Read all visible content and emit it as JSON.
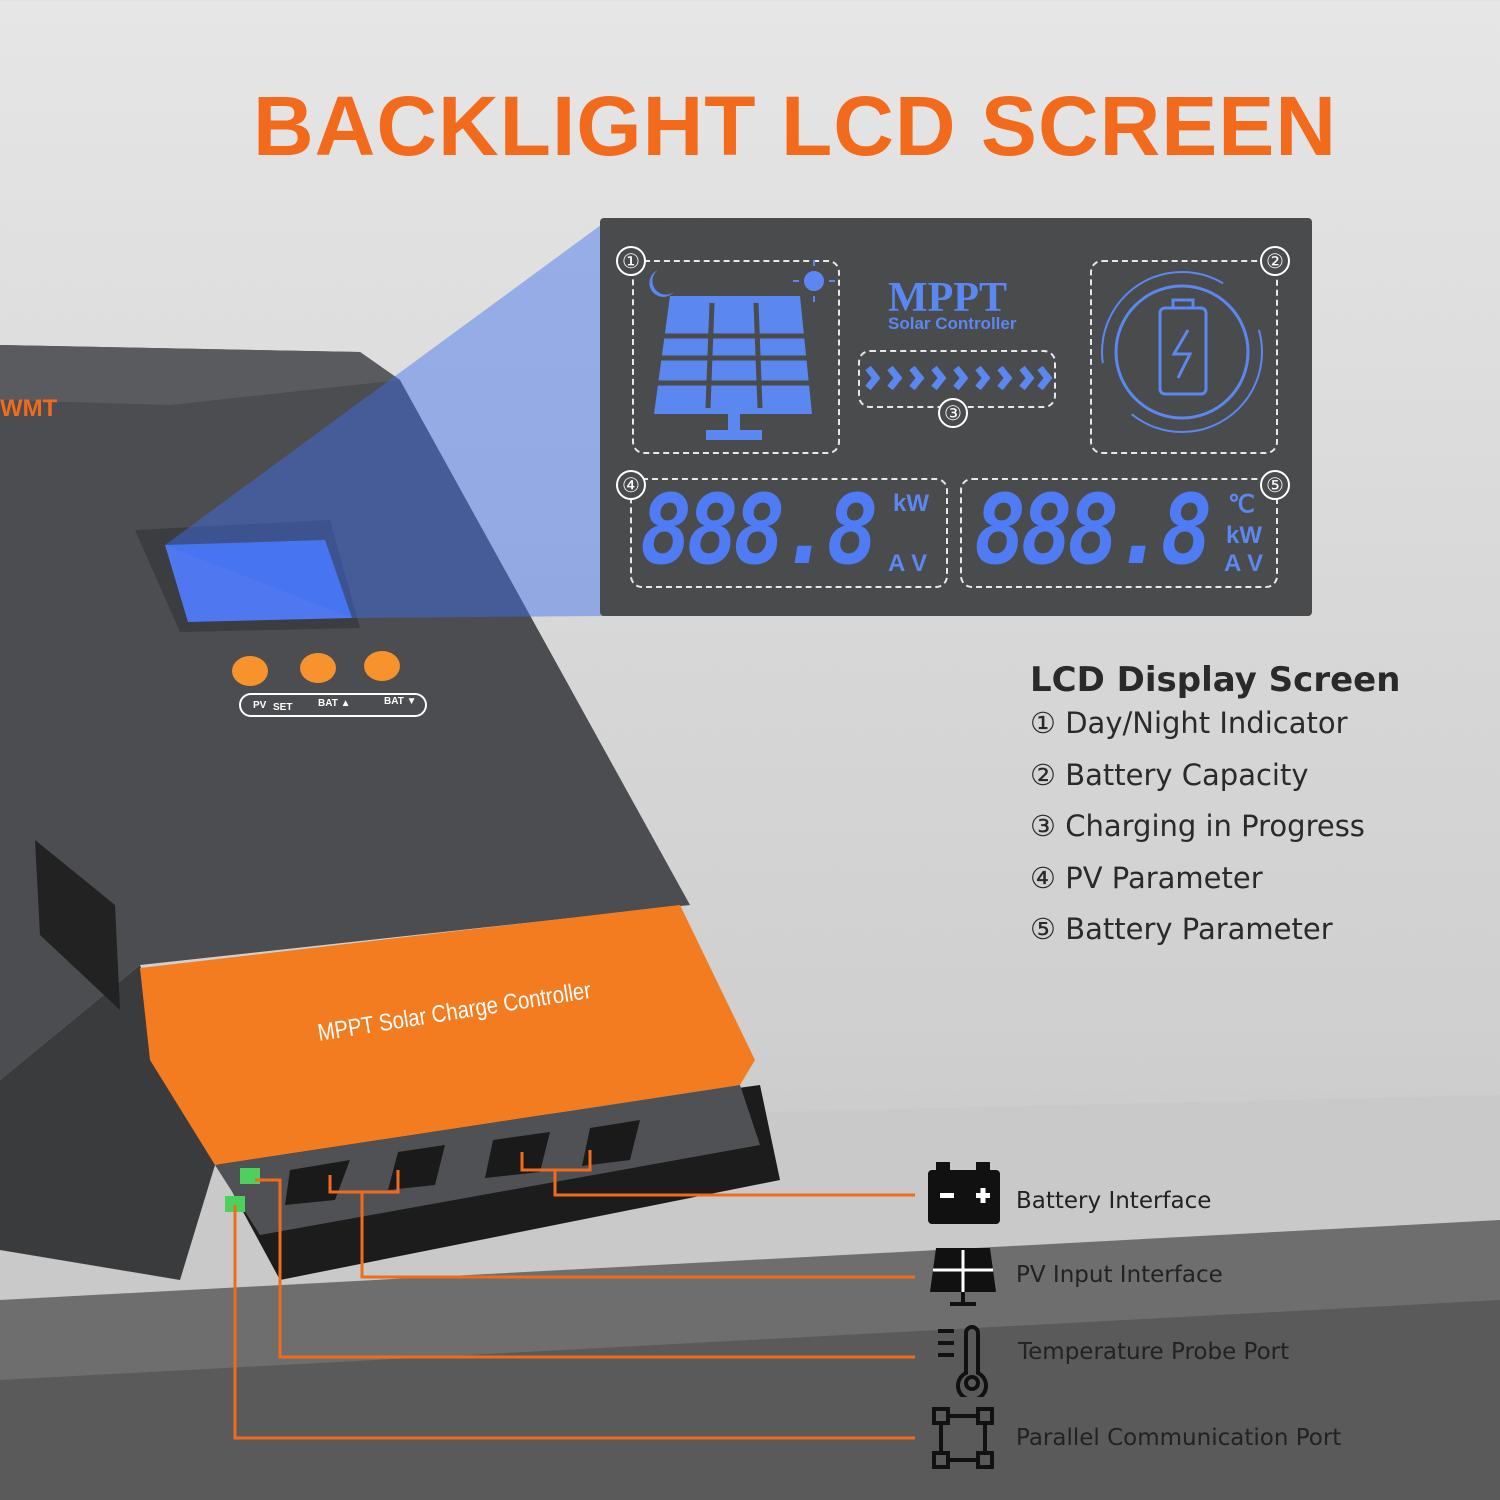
{
  "title": "BACKLIGHT LCD SCREEN",
  "device": {
    "brand": "WMT",
    "label": "MPPT Solar Charge Controller",
    "buttons": [
      "PV",
      "SET",
      "BAT ▲",
      "BAT ▼"
    ]
  },
  "lcd": {
    "logo": "MPPT",
    "subtitle": "Solar Controller",
    "markers": [
      "①",
      "②",
      "③",
      "④",
      "⑤"
    ],
    "pv_digits": "888.8",
    "pv_units": {
      "power": "kW",
      "current_voltage": "A V"
    },
    "bat_digits": "888.8",
    "bat_units": {
      "temp": "℃",
      "power": "kW",
      "current_voltage": "A V"
    }
  },
  "legend": {
    "heading": "LCD Display Screen",
    "items": [
      "① Day/Night Indicator",
      "② Battery Capacity",
      "③ Charging in Progress",
      "④ PV Parameter",
      "⑤ Battery Parameter"
    ]
  },
  "ports": [
    {
      "label": "Battery Interface",
      "icon": "battery-icon"
    },
    {
      "label": "PV Input Interface",
      "icon": "solar-panel-icon"
    },
    {
      "label": "Temperature Probe Port",
      "icon": "thermometer-icon"
    },
    {
      "label": "Parallel Communication Port",
      "icon": "network-icon"
    }
  ],
  "colors": {
    "accent": "#f26b1d",
    "lcd_blue": "#4f7cf5",
    "lcd_bg": "#4a4b4d"
  }
}
